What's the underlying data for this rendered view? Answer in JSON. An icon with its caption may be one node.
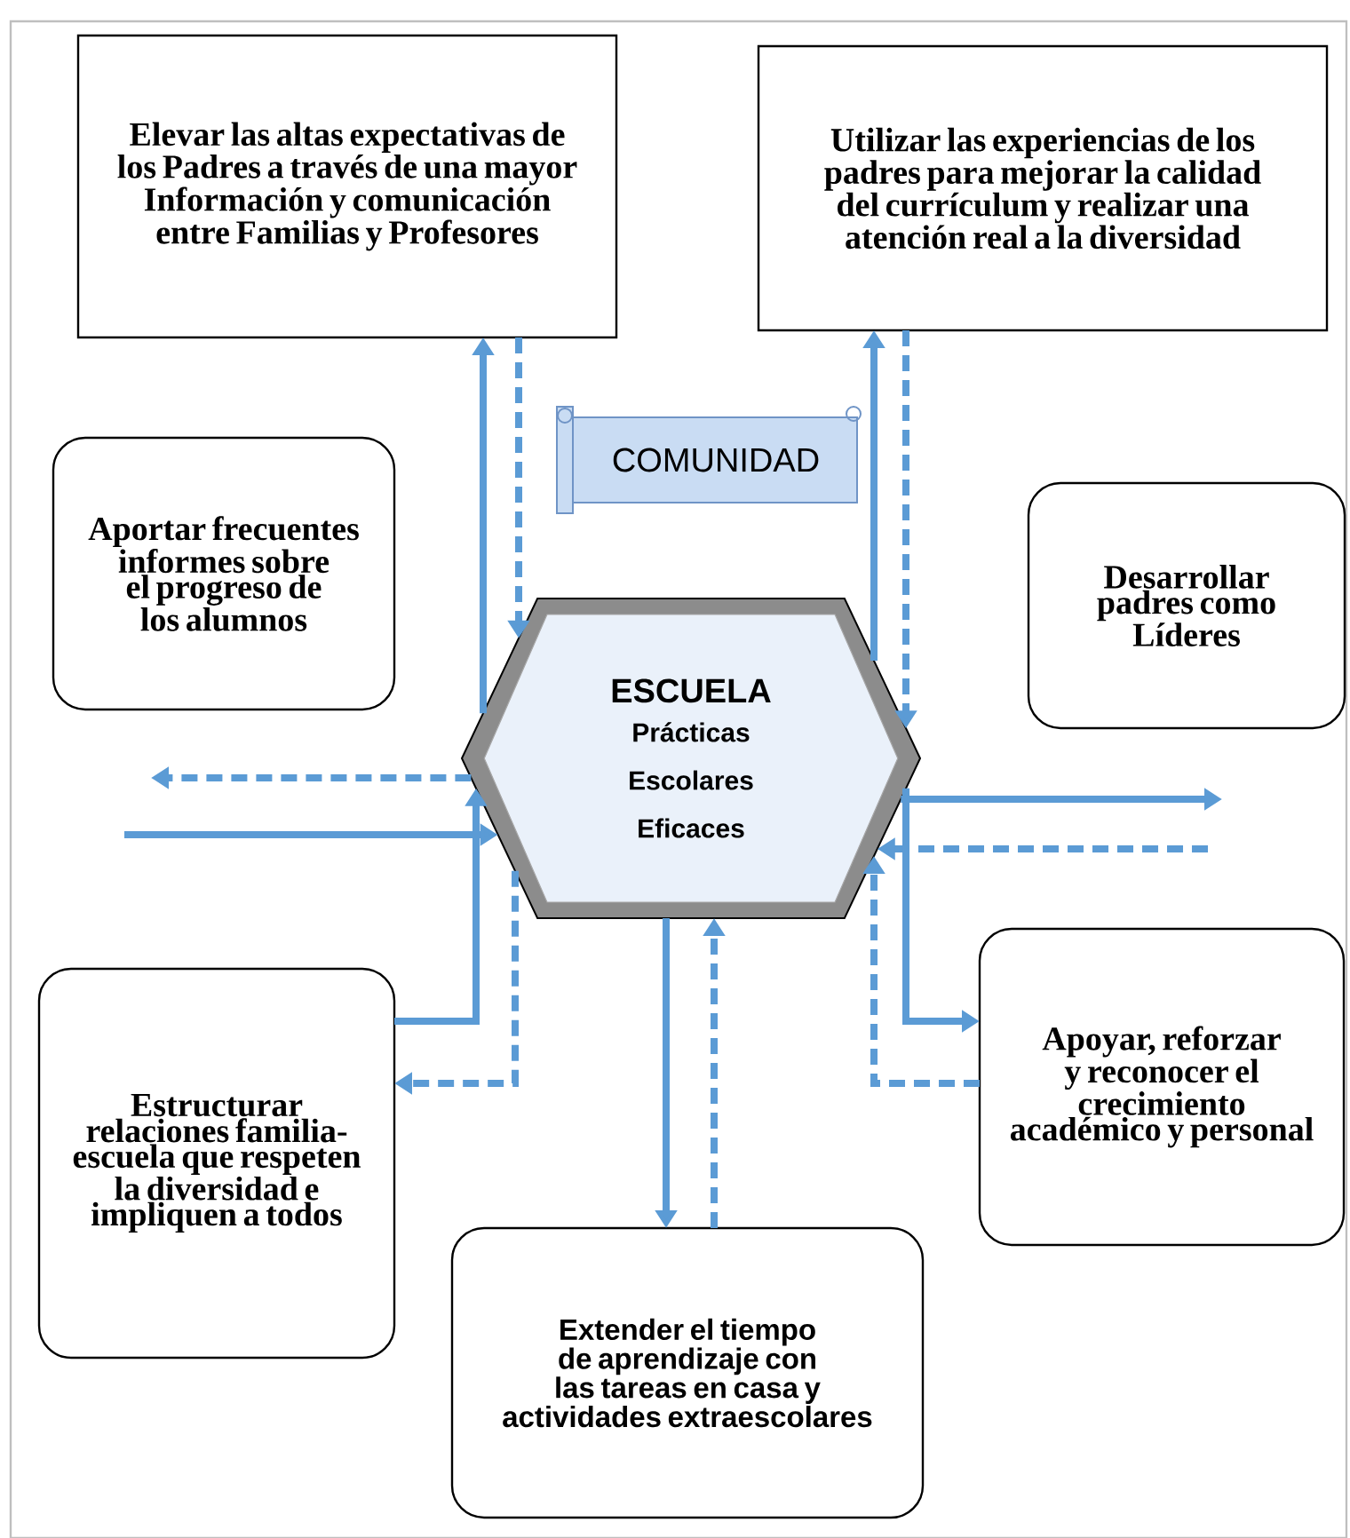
{
  "diagram": {
    "nodes": [
      {
        "text": [
          "Elevar las altas expectativas de los Padres a través de una mayor Información y comunicación entre Familias y Profesores"
        ]
      },
      {
        "text": [
          "Utilizar las experiencias de los padres para mejorar la calidad del currículum y realizar una atención real a la diversidad"
        ]
      },
      {
        "text": [
          "COMUNIDAD"
        ]
      },
      {
        "text": [
          "Aportar frecuentes informes sobre el progreso de los alumnos"
        ]
      },
      {
        "text": [
          "Desarrollar padres como Líderes"
        ]
      },
      {
        "text": [
          "ESCUELA",
          "Prácticas Escolares Eficaces"
        ]
      },
      {
        "text": [
          "Apoyar, reforzar y reconocer el crecimiento académico y personal"
        ]
      },
      {
        "text": [
          "Estructurar relaciones familia-escuela que respeten la diversidad e impliquen a todos"
        ]
      },
      {
        "text": [
          "Extender el tiempo de aprendizaje con las tareas en casa y actividades extraescolares"
        ]
      }
    ],
    "edges": [
      {
        "from": 5,
        "to": 0,
        "arrow": "to"
      },
      {
        "from": 0,
        "to": 5,
        "arrow": "to",
        "style": "dashed"
      },
      {
        "from": 5,
        "to": 1,
        "arrow": "to"
      },
      {
        "from": 1,
        "to": 5,
        "arrow": "to",
        "style": "dashed"
      },
      {
        "from": 5,
        "to": null,
        "arrow": "to",
        "style": "dashed"
      },
      {
        "from": null,
        "to": 5,
        "arrow": "to"
      },
      {
        "from": 5,
        "to": null,
        "arrow": "to"
      },
      {
        "from": null,
        "to": 5,
        "arrow": "to",
        "style": "dashed"
      },
      {
        "from": 7,
        "to": 5,
        "arrow": "to"
      },
      {
        "from": 5,
        "to": 7,
        "arrow": "to",
        "style": "dashed"
      },
      {
        "from": 5,
        "to": 8,
        "arrow": "to"
      },
      {
        "from": 8,
        "to": 5,
        "arrow": "to",
        "style": "dashed"
      },
      {
        "from": 6,
        "to": 5,
        "arrow": "to",
        "style": "dashed"
      },
      {
        "from": 5,
        "to": 6,
        "arrow": "to"
      }
    ]
  }
}
